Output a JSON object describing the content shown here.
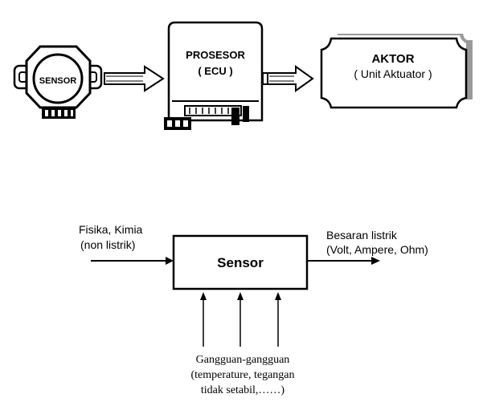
{
  "top_diagram": {
    "sensor_label": "SENSOR",
    "processor": {
      "title": "PROSESOR",
      "subtitle": "( ECU )"
    },
    "actuator": {
      "title": "AKTOR",
      "subtitle": "( Unit Aktuator )"
    }
  },
  "bottom_diagram": {
    "block_label": "Sensor",
    "input": {
      "line1": "Fisika, Kimia",
      "line2": "(non listrik)"
    },
    "output": {
      "line1": "Besaran listrik",
      "line2": "(Volt, Ampere, Ohm)"
    },
    "disturbance": {
      "line1": "Gangguan-gangguan",
      "line2": "(temperature, tegangan",
      "line3": "tidak setabil,……)"
    }
  },
  "colors": {
    "ink": "#000000",
    "shadow": "#9a9a9a",
    "paper": "#ffffff"
  }
}
